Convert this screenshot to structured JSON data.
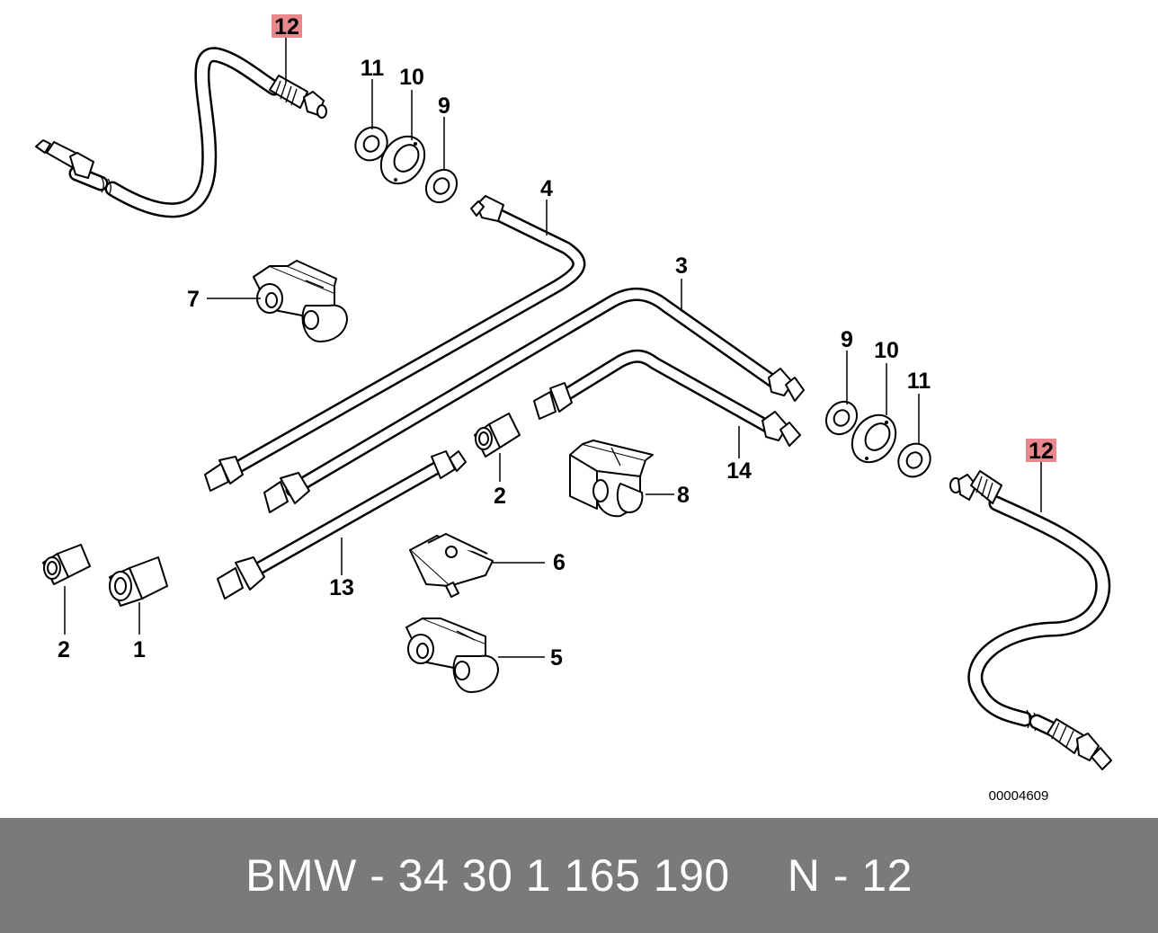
{
  "diagram": {
    "callouts": [
      {
        "id": "c12a",
        "text": "12",
        "highlighted": true
      },
      {
        "id": "c11a",
        "text": "11",
        "highlighted": false
      },
      {
        "id": "c10a",
        "text": "10",
        "highlighted": false
      },
      {
        "id": "c9a",
        "text": "9",
        "highlighted": false
      },
      {
        "id": "c4",
        "text": "4",
        "highlighted": false
      },
      {
        "id": "c7",
        "text": "7",
        "highlighted": false
      },
      {
        "id": "c3",
        "text": "3",
        "highlighted": false
      },
      {
        "id": "c9b",
        "text": "9",
        "highlighted": false
      },
      {
        "id": "c10b",
        "text": "10",
        "highlighted": false
      },
      {
        "id": "c11b",
        "text": "11",
        "highlighted": false
      },
      {
        "id": "c12b",
        "text": "12",
        "highlighted": true
      },
      {
        "id": "c14",
        "text": "14",
        "highlighted": false
      },
      {
        "id": "c2a",
        "text": "2",
        "highlighted": false
      },
      {
        "id": "c8",
        "text": "8",
        "highlighted": false
      },
      {
        "id": "c6",
        "text": "6",
        "highlighted": false
      },
      {
        "id": "c13",
        "text": "13",
        "highlighted": false
      },
      {
        "id": "c2b",
        "text": "2",
        "highlighted": false
      },
      {
        "id": "c1",
        "text": "1",
        "highlighted": false
      },
      {
        "id": "c5",
        "text": "5",
        "highlighted": false
      }
    ],
    "reference_number": "00004609",
    "highlight_color": "#e8888d"
  },
  "footer": {
    "brand": "BMW",
    "separator": "-",
    "part_number": "34 30 1 165 190",
    "position_label": "N - 12",
    "background": "#7a7a7a"
  }
}
